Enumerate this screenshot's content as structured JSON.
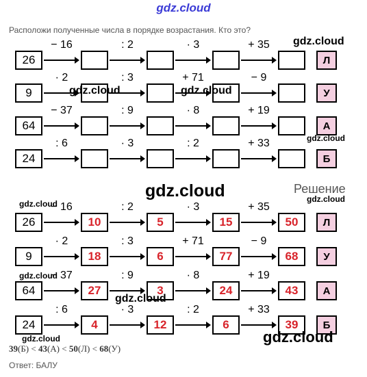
{
  "watermark": "gdz.cloud",
  "task_text": "Расположи полученные числа в порядке возрастания. Кто это?",
  "solution_title": "Решение",
  "chains": [
    {
      "start": "26",
      "ops": [
        "− 16",
        ": 2",
        "· 3",
        "+ 35"
      ],
      "results": [
        "10",
        "5",
        "15",
        "50"
      ],
      "letter": "Л"
    },
    {
      "start": "9",
      "ops": [
        "· 2",
        ": 3",
        "+ 71",
        "− 9"
      ],
      "results": [
        "18",
        "6",
        "77",
        "68"
      ],
      "letter": "У"
    },
    {
      "start": "64",
      "ops": [
        "− 37",
        ": 9",
        "· 8",
        "+ 19"
      ],
      "results": [
        "27",
        "3",
        "24",
        "43"
      ],
      "letter": "А"
    },
    {
      "start": "24",
      "ops": [
        ": 6",
        "· 3",
        ": 2",
        "+ 33"
      ],
      "results": [
        "4",
        "12",
        "6",
        "39"
      ],
      "letter": "Б"
    }
  ],
  "inequality": [
    {
      "num": "39",
      "label": "(Б)"
    },
    {
      "num": "43",
      "label": "(А)"
    },
    {
      "num": "50",
      "label": "(Л)"
    },
    {
      "num": "68",
      "label": "(У)"
    }
  ],
  "inequality_sep": " < ",
  "answer_text": "Ответ: БАЛУ"
}
